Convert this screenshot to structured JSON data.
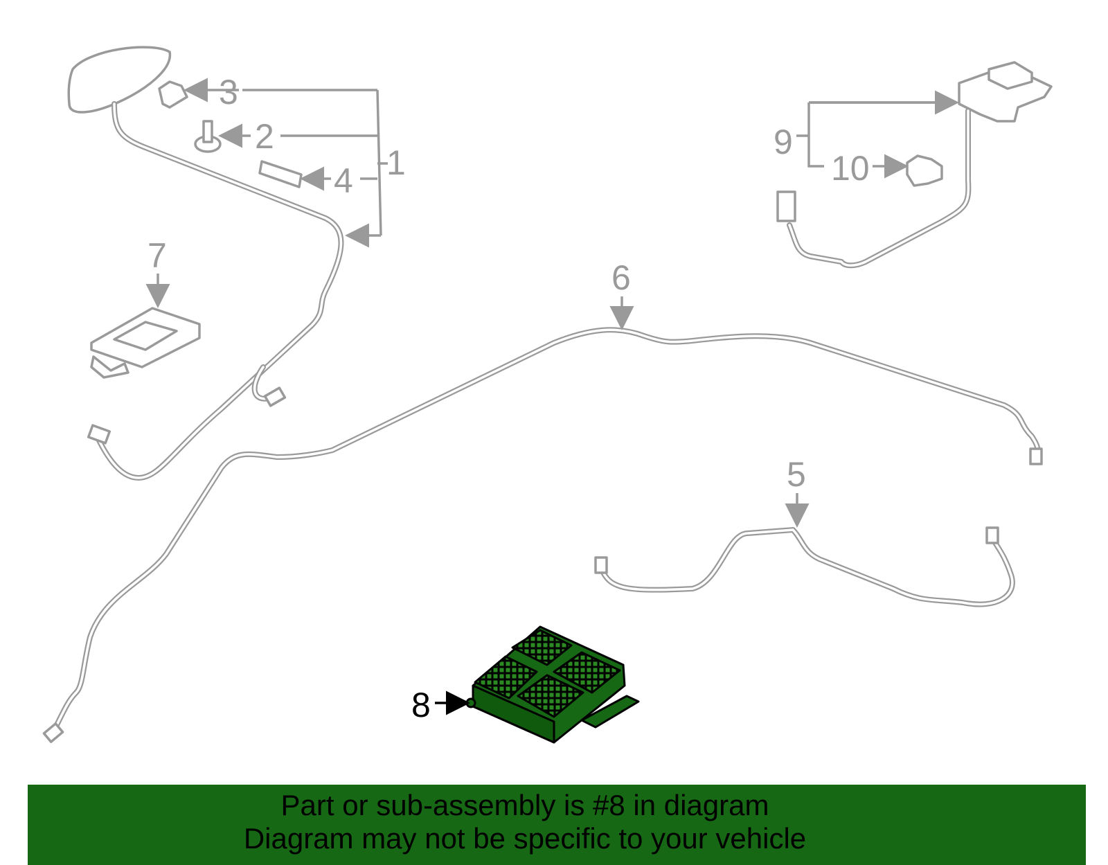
{
  "callouts": {
    "c1": "1",
    "c2": "2",
    "c3": "3",
    "c4": "4",
    "c5": "5",
    "c6": "6",
    "c7": "7",
    "c8": "8",
    "c9": "9",
    "c10": "10"
  },
  "highlight_color": "#176814",
  "banner": {
    "line1": "Part or sub-assembly is #8 in diagram",
    "line2": "Diagram may not be specific to your vehicle"
  }
}
